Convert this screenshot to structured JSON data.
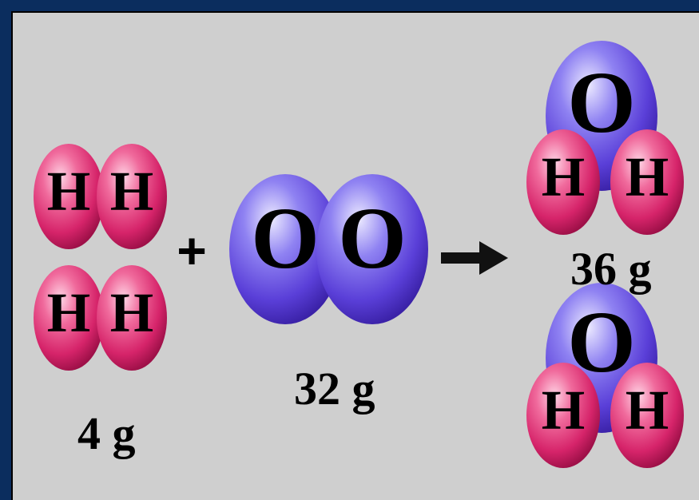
{
  "reaction": {
    "reactants": [
      {
        "molecule": "H2",
        "count": 2,
        "atoms": [
          "H",
          "H"
        ],
        "mass": "4 g"
      },
      {
        "molecule": "O2",
        "count": 1,
        "atoms": [
          "O",
          "O"
        ],
        "mass": "32 g"
      }
    ],
    "products": [
      {
        "molecule": "H2O",
        "count": 2,
        "atoms": [
          "O",
          "H",
          "H"
        ],
        "mass": "36 g"
      }
    ],
    "plus_symbol": "+",
    "arrow_symbol": "→"
  },
  "colors": {
    "frame": "#0b2d5e",
    "panel": "#cfcfcf",
    "hydrogen": "#e8457f",
    "oxygen": "#6a52e0",
    "text": "#000000"
  }
}
